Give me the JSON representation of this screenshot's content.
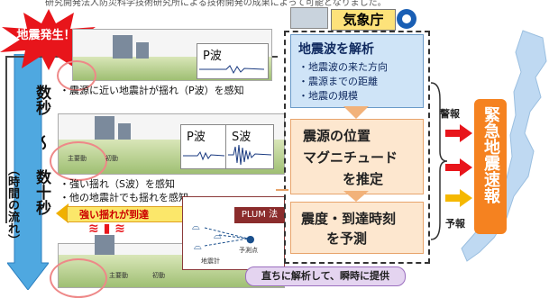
{
  "header_note": "研究開発法人防災科学技術研究所による技術開発の成果によって可能となりました。",
  "left": {
    "burst_label": "地震発生！",
    "time_top": "数秒",
    "time_tilde": "～",
    "time_bottom": "数十秒",
    "time_flow": "（時間の流れ）"
  },
  "scenes": {
    "p_wave_label_1": "P波",
    "scene1_desc": "・震源に近い地震計が揺れ（P波）を感知",
    "p_wave_label_2": "P波",
    "s_wave_label_2": "S波",
    "scene2_desc_1": "・強い揺れ（S波）を感知",
    "scene2_desc_2": "・他の地震計でも揺れを感知",
    "main_motion_1": "主要動",
    "initial_motion_1": "初動",
    "main_motion_2": "主要動",
    "initial_motion_2": "初動",
    "strong_arrival": "強い揺れが到達"
  },
  "jma": {
    "label": "気象庁"
  },
  "process": {
    "box1_title": "地震波を解析",
    "box1_items": [
      "・地震波の来た方向",
      "・震源までの距離",
      "・地震の規模"
    ],
    "box2_line1": "震源の位置",
    "box2_line2": "マグニチュード",
    "box2_line3": "を推定",
    "box3_line1": "震度・到達時刻",
    "box3_line2": "を予測"
  },
  "plum": {
    "tag": "PLUM 法",
    "seismometer": "地震計",
    "forecast_point": "予測点"
  },
  "outputs": {
    "warning": "警報",
    "forecast": "予報",
    "eew": "緊急地震速報"
  },
  "bottom_banner": "直ちに解析して、瞬時に提供",
  "colors": {
    "burst": "#e8151b",
    "time_arrow": "#4fa8e0",
    "jma_box": "#fde27a",
    "analysis_box": "#cfe4f7",
    "estimate_box": "#fde7cf",
    "eew_box": "#f58220",
    "japan_map": "#bfd9f2",
    "warning_arrow": "#e8151b",
    "forecast_arrow": "#f5b800"
  }
}
